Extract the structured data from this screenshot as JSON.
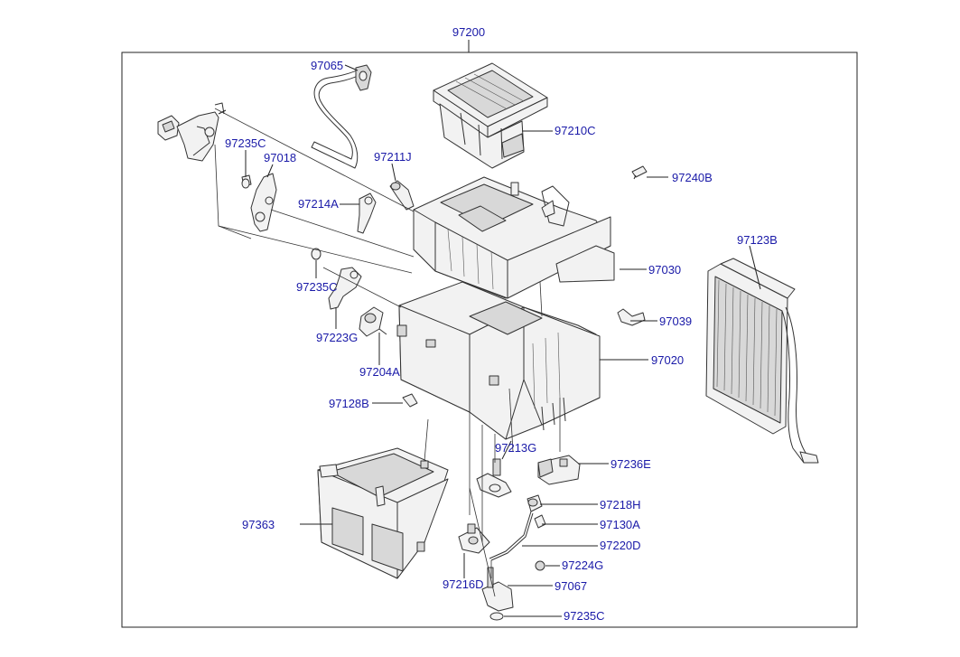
{
  "diagram": {
    "labels": {
      "97200": "97200",
      "97065": "97065",
      "97210C": "97210C",
      "97235C_a": "97235C",
      "97018": "97018",
      "97211J": "97211J",
      "97240B": "97240B",
      "97214A": "97214A",
      "97123B": "97123B",
      "97030": "97030",
      "97235C_b": "97235C",
      "97039": "97039",
      "97223G": "97223G",
      "97020": "97020",
      "97204A": "97204A",
      "97128B": "97128B",
      "97213G": "97213G",
      "97236E": "97236E",
      "97218H": "97218H",
      "97363": "97363",
      "97130A": "97130A",
      "97220D": "97220D",
      "97224G": "97224G",
      "97216D": "97216D",
      "97067": "97067",
      "97235C_c": "97235C"
    }
  }
}
